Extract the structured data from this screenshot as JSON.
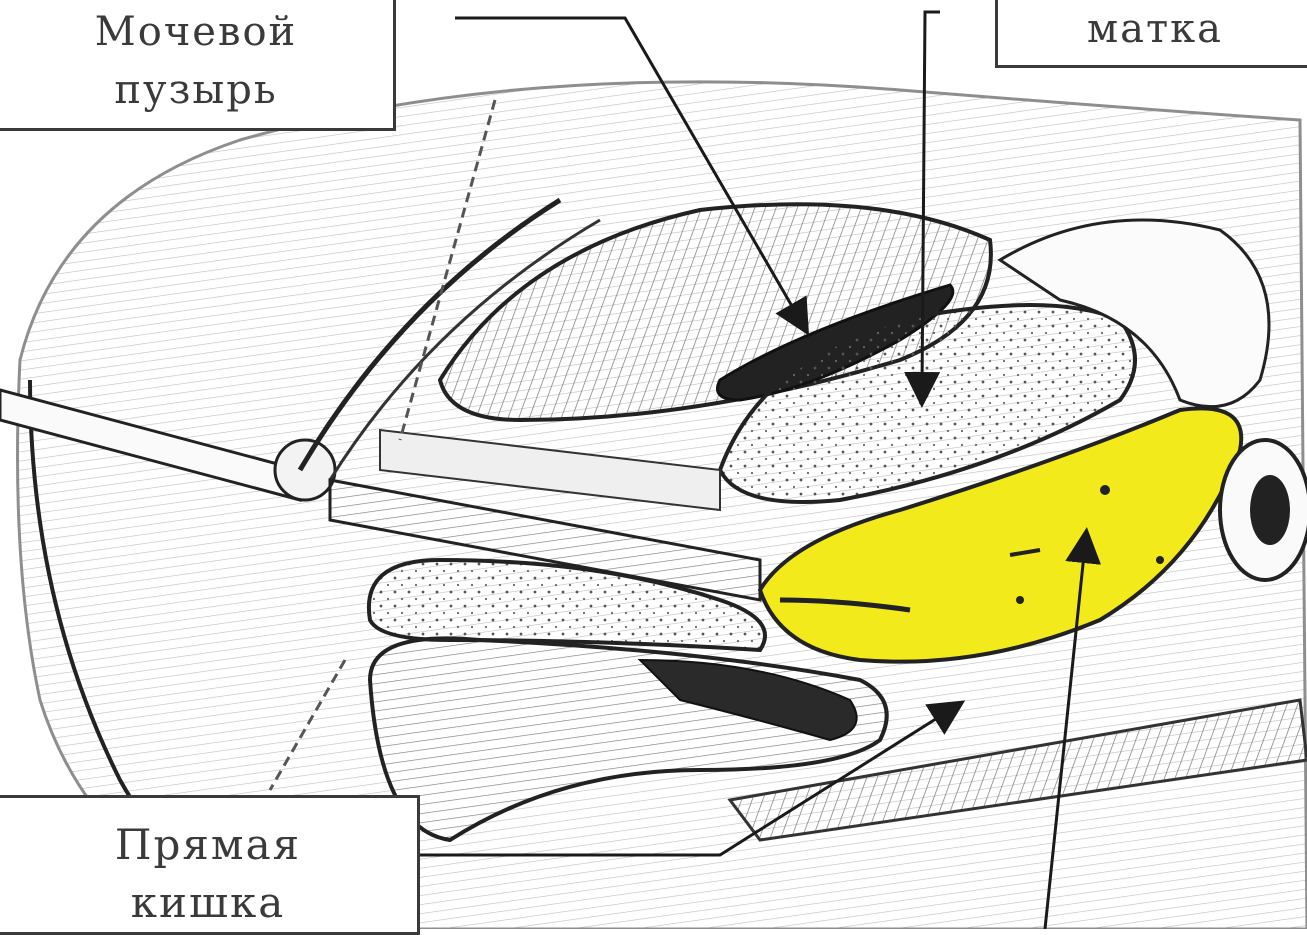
{
  "labels": {
    "bladder": {
      "line1": "Мочевой",
      "line2": "пузырь"
    },
    "uterus": {
      "line1": "матка"
    },
    "rectum": {
      "line1": "Прямая",
      "line2": "кишка"
    }
  },
  "colors": {
    "highlight": "#f2ea1a",
    "ink": "#1a1a1a",
    "background": "#ffffff"
  }
}
